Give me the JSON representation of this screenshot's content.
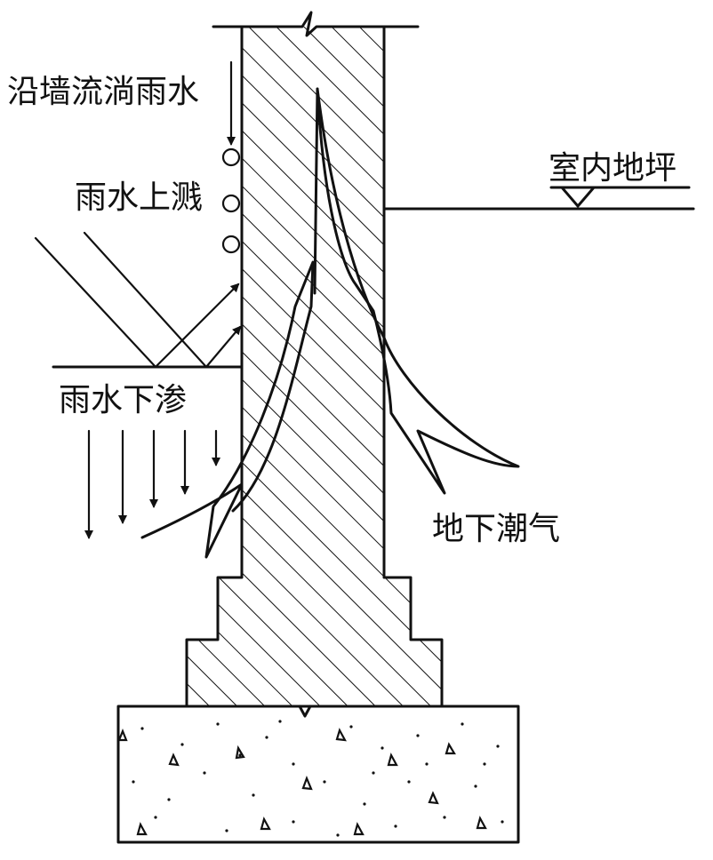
{
  "labels": {
    "runoff": "沿墙流淌雨水",
    "splash": "雨水上溅",
    "seep": "雨水下渗",
    "floor": "室内地坪",
    "moisture": "地下潮气"
  },
  "colors": {
    "ink": "#111111",
    "paper": "#ffffff"
  }
}
